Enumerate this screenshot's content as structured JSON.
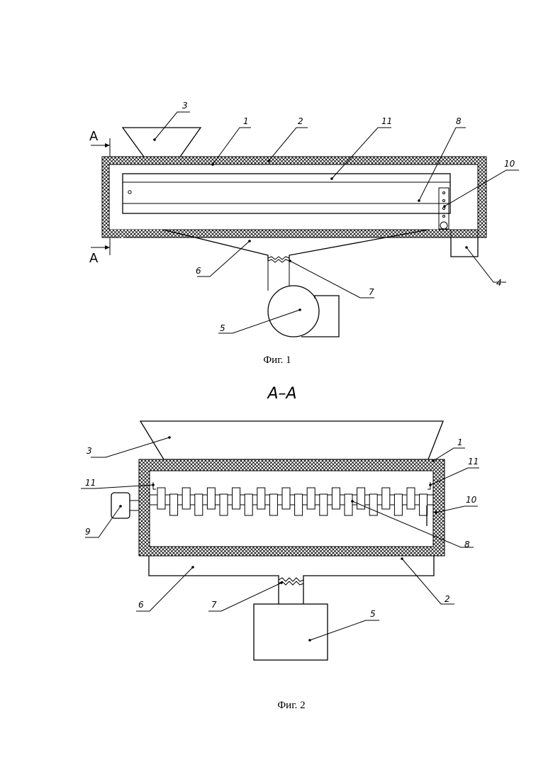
{
  "fig1": {
    "caption": "Фиг. 1",
    "section_marks": [
      "А",
      "А"
    ],
    "callouts": [
      "3",
      "1",
      "2",
      "11",
      "8",
      "10",
      "6",
      "7",
      "4",
      "5"
    ]
  },
  "section_title": "А–А",
  "fig2": {
    "caption": "Фиг. 2",
    "callouts": [
      "3",
      "1",
      "11",
      "11",
      "10",
      "9",
      "8",
      "2",
      "6",
      "7",
      "5"
    ]
  }
}
